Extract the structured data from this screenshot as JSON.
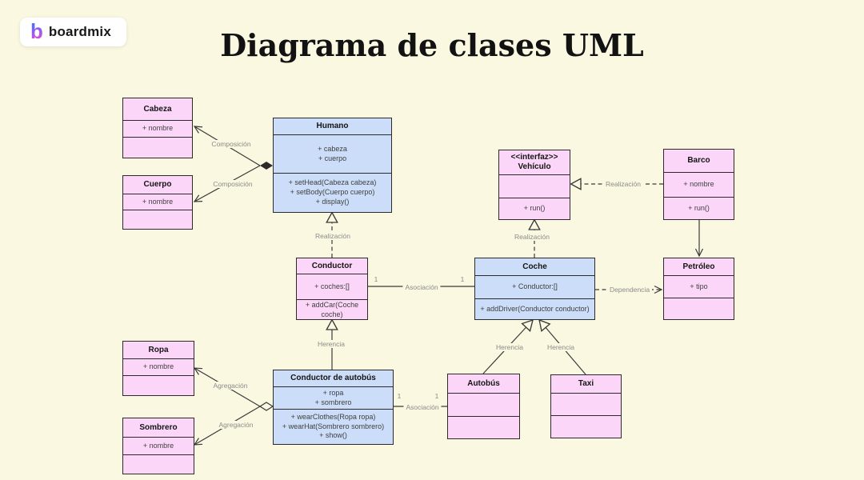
{
  "page": {
    "logo": "boardmix",
    "logo_mark": "b",
    "title": "Diagrama de clases UML"
  },
  "colors": {
    "bg": "#FAF8E1",
    "pink_fill": "#FBD6F9",
    "blue_fill": "#CBDDF8",
    "border": "#2B2B2B",
    "line": "#3A3A3A",
    "edge_label": "#8B8B8B"
  },
  "classes": {
    "cabeza": {
      "title": "Cabeza",
      "attrs": [
        "+ nombre"
      ],
      "methods": []
    },
    "cuerpo": {
      "title": "Cuerpo",
      "attrs": [
        "+ nombre"
      ],
      "methods": []
    },
    "humano": {
      "title": "Humano",
      "attrs": [
        "+ cabeza",
        "+ cuerpo"
      ],
      "methods": [
        "+ setHead(Cabeza cabeza)",
        "+ setBody(Cuerpo cuerpo)",
        "+ display()"
      ]
    },
    "vehiculo": {
      "stereotype": "<<interfaz>>",
      "title": "Vehículo",
      "attrs": [],
      "methods": [
        "+ run()"
      ]
    },
    "barco": {
      "title": "Barco",
      "attrs": [
        "+ nombre"
      ],
      "methods": [
        "+ run()"
      ]
    },
    "conductor": {
      "title": "Conductor",
      "attrs": [
        "+ coches:[]"
      ],
      "methods": [
        "+ addCar(Coche coche)"
      ]
    },
    "coche": {
      "title": "Coche",
      "attrs": [
        "+ Conductor:[]"
      ],
      "methods": [
        "+ addDriver(Conductor conductor)"
      ]
    },
    "petroleo": {
      "title": "Petróleo",
      "attrs": [
        "+ tipo"
      ],
      "methods": []
    },
    "ropa": {
      "title": "Ropa",
      "attrs": [
        "+ nombre"
      ],
      "methods": []
    },
    "sombrero": {
      "title": "Sombrero",
      "attrs": [
        "+ nombre"
      ],
      "methods": []
    },
    "conductor_autobus": {
      "title": "Conductor de autobús",
      "attrs": [
        "+ ropa",
        "+ sombrero"
      ],
      "methods": [
        "+ wearClothes(Ropa ropa)",
        "+ wearHat(Sombrero sombrero)",
        "+ show()"
      ]
    },
    "autobus": {
      "title": "Autobús",
      "attrs": [],
      "methods": []
    },
    "taxi": {
      "title": "Taxi",
      "attrs": [],
      "methods": []
    }
  },
  "edge_labels": {
    "composicion": "Composición",
    "realizacion": "Realización",
    "asociacion": "Asociación",
    "herencia": "Herencia",
    "agregacion": "Agregación",
    "dependencia": "Dependencia",
    "mult_one": "1"
  }
}
